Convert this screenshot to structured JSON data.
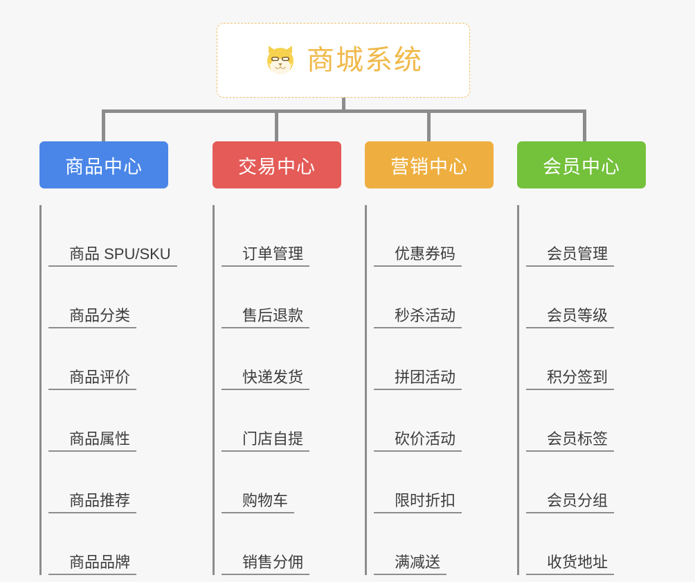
{
  "diagram": {
    "root": {
      "title": "商城系统",
      "icon": "shiba-dog-icon",
      "border_color": "#efc06a",
      "text_color": "#f0b94a",
      "background": "#ffffff"
    },
    "connector_color": "#8c8c8c",
    "page_background": "#f7f7f7",
    "columns": [
      {
        "header": "商品中心",
        "color": "#4a86e8",
        "items": [
          "商品 SPU/SKU",
          "商品分类",
          "商品评价",
          "商品属性",
          "商品推荐",
          "商品品牌"
        ]
      },
      {
        "header": "交易中心",
        "color": "#e45b57",
        "items": [
          "订单管理",
          "售后退款",
          "快递发货",
          "门店自提",
          "购物车",
          "销售分佣"
        ]
      },
      {
        "header": "营销中心",
        "color": "#eeaf40",
        "items": [
          "优惠券码",
          "秒杀活动",
          "拼团活动",
          "砍价活动",
          "限时折扣",
          "满减送"
        ]
      },
      {
        "header": "会员中心",
        "color": "#74c13c",
        "items": [
          "会员管理",
          "会员等级",
          "积分签到",
          "会员标签",
          "会员分组",
          "收货地址"
        ]
      }
    ]
  }
}
